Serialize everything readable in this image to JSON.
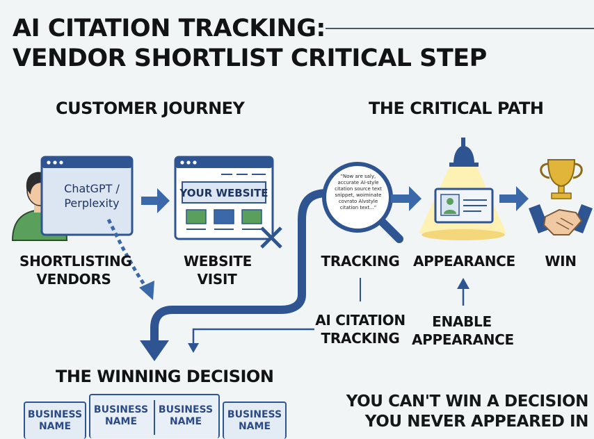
{
  "title": {
    "line1": "AI CITATION TRACKING:",
    "line2": "VENDOR SHORTLIST CRITICAL STEP"
  },
  "sections": {
    "journey": "CUSTOMER JOURNEY",
    "critical_path": "THE CRITICAL PATH",
    "winning_decision": "THE WINNING DECISION"
  },
  "journey": {
    "chat_window_line1": "ChatGPT /",
    "chat_window_line2": "Perplexity",
    "website_banner": "YOUR WEBSITE",
    "shortlisting_line1": "SHORTLISTING",
    "shortlisting_line2": "VENDORS",
    "website_visit_line1": "WEBSITE",
    "website_visit_line2": "VISIT"
  },
  "critical_path": {
    "snippet_text": "\"Now are saly, accurate AI-style citation source text snippet, woiminate covrato Alvstyle citation text...\"",
    "tracking": "TRACKING",
    "appearance": "APPEARANCE",
    "win": "WIN",
    "ai_citation_line1": "AI CITATION",
    "ai_citation_line2": "TRACKING",
    "enable_line1": "ENABLE",
    "enable_line2": "APPEARANCE"
  },
  "cards": [
    {
      "line1": "BUSINESS",
      "line2": "NAME"
    },
    {
      "line1": "BUSINESS",
      "line2": "NAME"
    },
    {
      "line1": "BUSINESS",
      "line2": "NAME"
    },
    {
      "line1": "BUSINESS",
      "line2": "NAME"
    }
  ],
  "tagline": {
    "line1": "YOU CAN'T WIN A DECISION",
    "line2": "YOU NEVER APPEARED IN"
  },
  "colors": {
    "navy": "#2e5591",
    "arrow_blue": "#3b68a8",
    "light_blue": "#dbe6f2",
    "green": "#5aa05c",
    "gold": "#e1b43a",
    "beam_yellow": "#fdf1b4",
    "skin": "#f0c9a3",
    "hair": "#2d2d2d",
    "text": "#121315"
  }
}
